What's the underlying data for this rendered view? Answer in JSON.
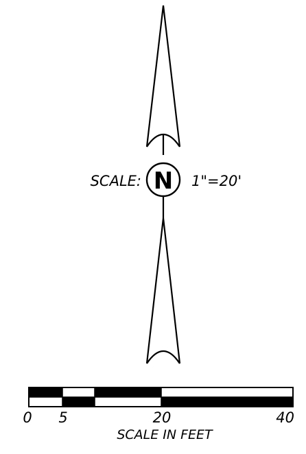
{
  "north_arrow": {
    "letter": "N",
    "scale_label": "SCALE:",
    "scale_value": "1\"=20'"
  },
  "scale_bar": {
    "tick_labels": [
      "0",
      "5",
      "20",
      "40"
    ],
    "caption": "SCALE IN FEET"
  },
  "colors": {
    "ink": "#000000",
    "paper": "#ffffff"
  }
}
